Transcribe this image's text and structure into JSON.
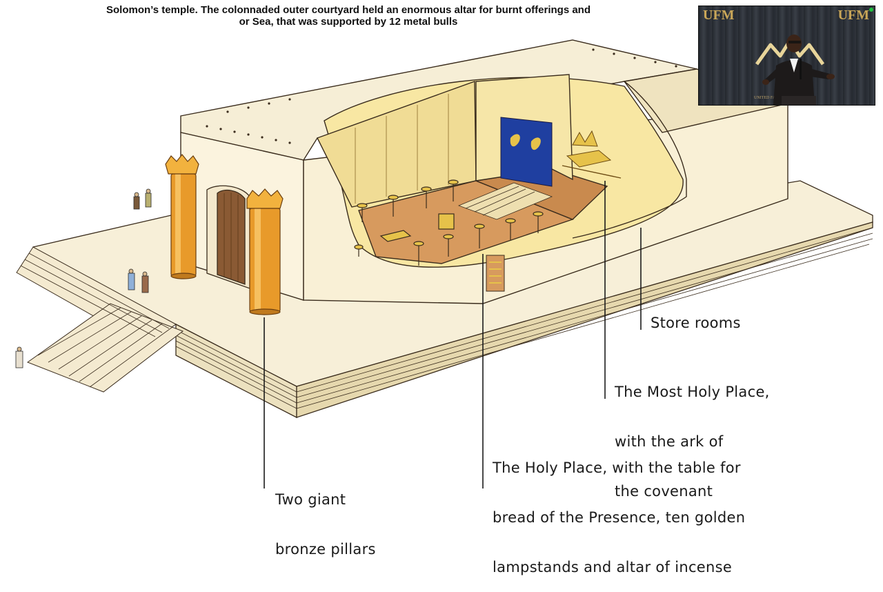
{
  "caption": {
    "line1": "Solomon’s temple. The colonnaded outer courtyard held an enormous altar for burnt offerings and",
    "line2": "or Sea, that was supported by 12 metal bulls"
  },
  "labels": {
    "store_rooms": "Store rooms",
    "most_holy": [
      "The Most Holy Place,",
      "with the ark of",
      "the covenant"
    ],
    "holy_place": [
      "The Holy Place, with the table for",
      "bread of the Presence, ten golden",
      "lampstands and altar of incense"
    ],
    "pillars": [
      "Two giant",
      "bronze pillars"
    ]
  },
  "webcam": {
    "logo_left": "UFM",
    "logo_right": "UFM",
    "banner_text": "UNITED FAITH MINISTRIES"
  },
  "colors": {
    "stone": "#f7efd8",
    "stone_shade": "#e3d5ac",
    "interior_glow": "#f8e7a3",
    "floor": "#d79a5e",
    "pillar_bronze": "#e89a2a",
    "veil_blue": "#1f3fa0",
    "gold": "#e6c24a",
    "outline": "#3a2c1d"
  },
  "icons": [
    "pillar-icon",
    "door-icon",
    "lampstand-icon",
    "cherub-icon",
    "ark-icon",
    "person-icon",
    "curtain-icon"
  ]
}
